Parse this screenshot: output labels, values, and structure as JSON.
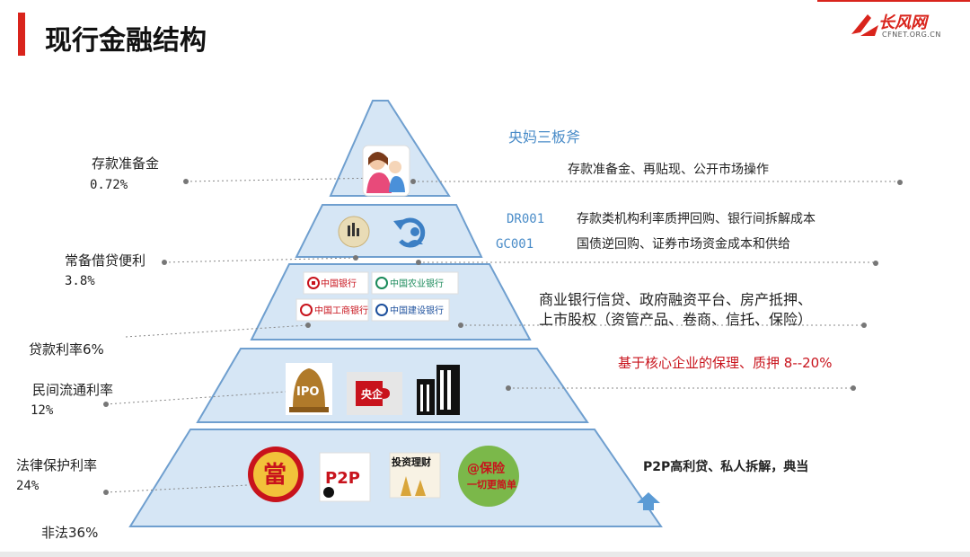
{
  "slide": {
    "title": "现行金融结构",
    "logo_text": "长风网",
    "logo_sub": "CFNET.ORG.CN"
  },
  "colors": {
    "accent_red": "#d9241c",
    "tier_fill": "#d6e6f5",
    "tier_stroke": "#6f9fcf",
    "highlight_red": "#c8131c",
    "label_blue": "#4a8cc8"
  },
  "left_labels": {
    "tier1_name": "存款准备金",
    "tier1_rate": "0.72%",
    "tier2_name": "常备借贷便利",
    "tier2_rate": "3.8%",
    "tier3": "贷款利率6%",
    "tier4_name": "民间流通利率",
    "tier4_rate": "12%",
    "tier5_name": "法律保护利率",
    "tier5_rate": "24%",
    "illegal": "非法36%"
  },
  "right_labels": {
    "tier1_header": "央妈三板斧",
    "tier1_desc": "存款准备金、再贴现、公开市场操作",
    "dr_code": "DR001",
    "dr_desc": "存款类机构利率质押回购、银行间拆解成本",
    "gc_code": "GC001",
    "gc_desc": "国债逆回购、证券市场资金成本和供给",
    "tier3_line1": "商业银行信贷、政府融资平台、房产抵押、",
    "tier3_line2": "上市股权（资管产品、卷商、信托、保险）",
    "tier4_desc": "基于核心企业的保理、质押   8--20%",
    "tier5_desc": "P2P高利贷、私人拆解，典当"
  },
  "icons": {
    "tier2": [
      "building-coin-icon",
      "cycle-people-icon"
    ],
    "tier3": [
      "中国银行",
      "中国农业银行",
      "中国工商银行",
      "中国建设银行"
    ],
    "tier4_ipo": "IPO",
    "tier4_soe": "央企",
    "tier5_pawn": "當",
    "tier5_p2p": "P2P",
    "tier5_invest": "投资理财",
    "tier5_insurance": "@保险",
    "tier5_insurance_sub": "一切更简单"
  }
}
